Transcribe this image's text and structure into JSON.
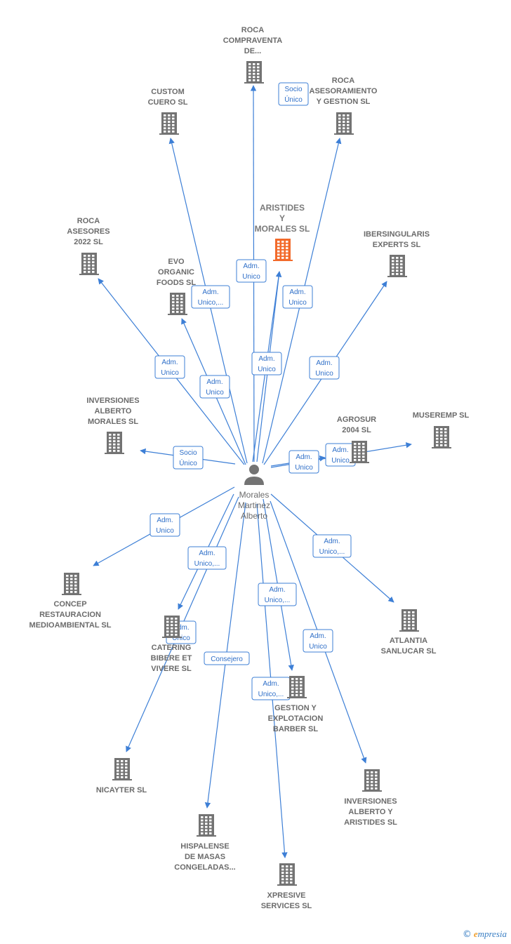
{
  "person": {
    "lines": [
      "Morales",
      "Martinez",
      "Alberto"
    ]
  },
  "colors": {
    "edge": "#3d7fd6",
    "building": "#737373",
    "focus_building": "#f26a2b",
    "badge_text": "#2f6fc8"
  },
  "nodes": [
    {
      "id": "roca-compraventa",
      "lines": [
        "ROCA",
        "COMPRAVENTA",
        "DE..."
      ],
      "focus": false
    },
    {
      "id": "custom-cuero",
      "lines": [
        "CUSTOM",
        "CUERO  SL"
      ],
      "focus": false
    },
    {
      "id": "roca-asesoramiento",
      "lines": [
        "ROCA",
        "ASESORAMIENTO",
        "Y GESTION SL"
      ],
      "focus": false
    },
    {
      "id": "aristides-morales",
      "lines": [
        "ARISTIDES",
        "Y",
        "MORALES  SL"
      ],
      "focus": true
    },
    {
      "id": "roca-asesores",
      "lines": [
        "ROCA",
        "ASESORES",
        "2022  SL"
      ],
      "focus": false
    },
    {
      "id": "ibersingularis",
      "lines": [
        "IBERSINGULARIS",
        "EXPERTS  SL"
      ],
      "focus": false
    },
    {
      "id": "evo-organic",
      "lines": [
        "EVO",
        "ORGANIC",
        "FOODS  SL"
      ],
      "focus": false
    },
    {
      "id": "inversiones-alberto-morales",
      "lines": [
        "INVERSIONES",
        "ALBERTO",
        "MORALES SL"
      ],
      "focus": false
    },
    {
      "id": "agrosur",
      "lines": [
        "AGROSUR",
        "2004 SL"
      ],
      "focus": false
    },
    {
      "id": "museremp",
      "lines": [
        "MUSEREMP  SL"
      ],
      "focus": false
    },
    {
      "id": "concep",
      "lines": [
        "CONCEP",
        "RESTAURACION",
        "MEDIOAMBIENTAL SL"
      ],
      "focus": false
    },
    {
      "id": "catering",
      "lines": [
        "CATERING",
        "BIBERE ET",
        "VIVERE  SL"
      ],
      "focus": false
    },
    {
      "id": "atlantia",
      "lines": [
        "ATLANTIA",
        "SANLUCAR  SL"
      ],
      "focus": false
    },
    {
      "id": "gestion-barber",
      "lines": [
        "GESTION Y",
        "EXPLOTACION",
        "BARBER  SL"
      ],
      "focus": false
    },
    {
      "id": "nicayter",
      "lines": [
        "NICAYTER  SL"
      ],
      "focus": false
    },
    {
      "id": "inversiones-alberto-aristides",
      "lines": [
        "INVERSIONES",
        "ALBERTO Y",
        "ARISTIDES  SL"
      ],
      "focus": false
    },
    {
      "id": "hispalense",
      "lines": [
        "HISPALENSE",
        "DE MASAS",
        "CONGELADAS..."
      ],
      "focus": false
    },
    {
      "id": "xpresive",
      "lines": [
        "XPRESIVE",
        "SERVICES  SL"
      ],
      "focus": false
    }
  ],
  "edges": [
    {
      "to": "roca-compraventa",
      "label": [
        "Socio",
        "Único"
      ]
    },
    {
      "to": "custom-cuero",
      "label": [
        "Adm.",
        "Unico,..."
      ]
    },
    {
      "to": "roca-asesoramiento",
      "label": [
        "Adm.",
        "Unico"
      ]
    },
    {
      "to": "aristides-morales",
      "label": [
        "Adm.",
        "Unico"
      ]
    },
    {
      "to": "roca-asesores",
      "label": [
        "Adm.",
        "Unico"
      ]
    },
    {
      "to": "ibersingularis",
      "label": [
        "Adm.",
        "Unico"
      ]
    },
    {
      "to": "evo-organic",
      "label": [
        "Adm.",
        "Unico"
      ]
    },
    {
      "to": "aristides-morales",
      "label": [
        "Adm.",
        "Unico"
      ]
    },
    {
      "to": "inversiones-alberto-morales",
      "label": [
        "Socio",
        "Único"
      ]
    },
    {
      "to": "agrosur",
      "label": [
        "Adm.",
        "Unico"
      ]
    },
    {
      "to": "museremp",
      "label": [
        "Adm.",
        "Unico"
      ]
    },
    {
      "to": "concep",
      "label": [
        "Adm.",
        "Unico"
      ]
    },
    {
      "to": "catering",
      "label": [
        "Adm.",
        "Unico,..."
      ]
    },
    {
      "to": "atlantia",
      "label": [
        "Adm.",
        "Unico,..."
      ]
    },
    {
      "to": "gestion-barber",
      "label": [
        "Adm.",
        "Unico,..."
      ]
    },
    {
      "to": "nicayter",
      "label": [
        "Adm.",
        "Unico"
      ]
    },
    {
      "to": "inversiones-alberto-aristides",
      "label": [
        "Adm.",
        "Unico"
      ]
    },
    {
      "to": "hispalense",
      "label": [
        "Consejero"
      ]
    },
    {
      "to": "xpresive",
      "label": [
        "Adm.",
        "Unico,..."
      ]
    }
  ],
  "brand": {
    "copyright": "©",
    "initial": "e",
    "rest": "mpresia"
  }
}
